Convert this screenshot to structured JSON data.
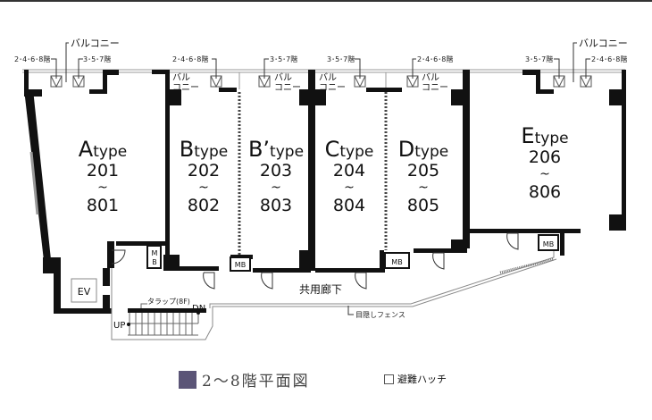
{
  "labels": {
    "balcony": "バルコニー",
    "balcony_short_1": "バル",
    "balcony_short_2": "コニー",
    "floors_even": "2･4･6･8階",
    "floors_odd": "3･5･7階",
    "corridor": "共用廊下",
    "fence": "目隠しフェンス",
    "trap": "タラップ(8F)",
    "up": "UP",
    "dn": "DN",
    "ev": "EV",
    "mb": "MB",
    "mb_v1": "M",
    "mb_v2": "B"
  },
  "units": [
    {
      "letter": "A",
      "suffix": "type",
      "top": "201",
      "tilde": "~",
      "bottom": "801"
    },
    {
      "letter": "B",
      "suffix": "type",
      "top": "202",
      "tilde": "~",
      "bottom": "802"
    },
    {
      "letter": "B’",
      "suffix": "type",
      "top": "203",
      "tilde": "~",
      "bottom": "803"
    },
    {
      "letter": "C",
      "suffix": "type",
      "top": "204",
      "tilde": "~",
      "bottom": "804"
    },
    {
      "letter": "D",
      "suffix": "type",
      "top": "205",
      "tilde": "~",
      "bottom": "805"
    },
    {
      "letter": "E",
      "suffix": "type",
      "top": "206",
      "tilde": "~",
      "bottom": "806"
    }
  ],
  "legend": {
    "title": "2～8階平面図",
    "hatch": "避難ハッチ",
    "color": "#5b5577"
  }
}
